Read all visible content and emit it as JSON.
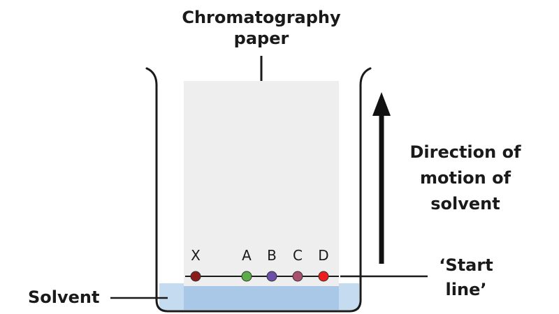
{
  "labels": {
    "paper_line1": "Chromatography",
    "paper_line2": "paper",
    "direction_line1": "Direction of",
    "direction_line2": "motion of",
    "direction_line3": "solvent",
    "start_line1": "‘Start",
    "start_line2": "line’",
    "solvent": "Solvent"
  },
  "spots": [
    {
      "label": "X",
      "color": "#8b1a1a"
    },
    {
      "label": "A",
      "color": "#5cad4a"
    },
    {
      "label": "B",
      "color": "#6b4fa8"
    },
    {
      "label": "C",
      "color": "#a8506e"
    },
    {
      "label": "D",
      "color": "#ee1c1c"
    }
  ],
  "colors": {
    "paper": "#eeeeee",
    "solvent": "#c5dcf0",
    "solvent_on_paper": "#a9c8e8",
    "outline": "#1a1a1a"
  }
}
